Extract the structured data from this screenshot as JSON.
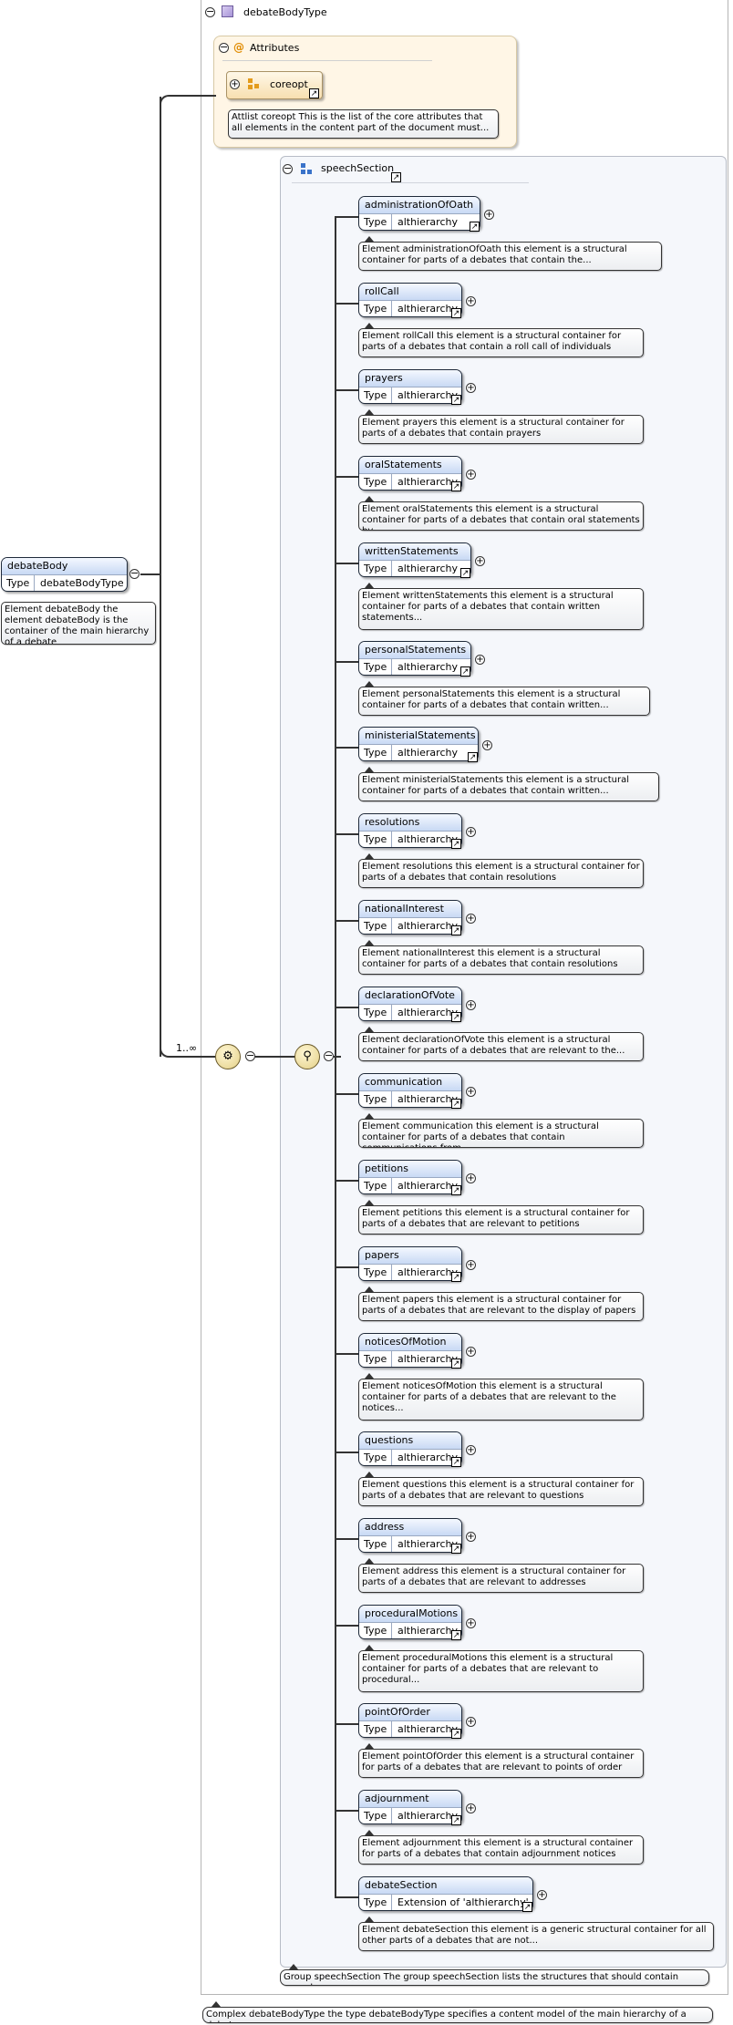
{
  "root_type": {
    "title": "debateBodyType",
    "description": "Complex debateBodyType the type debateBodyType specifies a content model of the main hierarchy of a debate"
  },
  "attributes_panel": {
    "title": "Attributes",
    "group": {
      "name": "coreopt",
      "description": "Attlist coreopt This is the list of the core attributes that all elements in the content part of the document must..."
    }
  },
  "group_section": {
    "title": "speechSection",
    "description": "Group speechSection The group speechSection lists the structures that should contain speeches"
  },
  "debate_body": {
    "name": "debateBody",
    "type_label": "Type",
    "type_value": "debateBodyType",
    "description": "Element debateBody the element debateBody is the container of the main hierarchy of a debate"
  },
  "multiplicity": "1..∞",
  "elements": [
    {
      "name": "administrationOfOath",
      "type_label": "Type",
      "type_value": "althierarchy",
      "description": "Element administrationOfOath this element is a structural container for parts of a debates that contain the..."
    },
    {
      "name": "rollCall",
      "type_label": "Type",
      "type_value": "althierarchy",
      "description": "Element rollCall this element is a structural container for parts of a debates that contain a roll call of individuals"
    },
    {
      "name": "prayers",
      "type_label": "Type",
      "type_value": "althierarchy",
      "description": "Element prayers this element is a structural container for parts of a debates that contain prayers"
    },
    {
      "name": "oralStatements",
      "type_label": "Type",
      "type_value": "althierarchy",
      "description": "Element oralStatements this element is a structural container for parts of a debates that contain oral statements by..."
    },
    {
      "name": "writtenStatements",
      "type_label": "Type",
      "type_value": "althierarchy",
      "description": "Element writtenStatements this element is a structural container for parts of a debates that contain written statements..."
    },
    {
      "name": "personalStatements",
      "type_label": "Type",
      "type_value": "althierarchy",
      "description": "Element personalStatements this element is a structural container for parts of a debates that contain written..."
    },
    {
      "name": "ministerialStatements",
      "type_label": "Type",
      "type_value": "althierarchy",
      "description": "Element ministerialStatements this element is a structural container for parts of a debates that contain written..."
    },
    {
      "name": "resolutions",
      "type_label": "Type",
      "type_value": "althierarchy",
      "description": "Element resolutions this element is a structural container for parts of a debates that contain resolutions"
    },
    {
      "name": "nationalInterest",
      "type_label": "Type",
      "type_value": "althierarchy",
      "description": "Element nationalInterest this element is a structural container for parts of a debates that contain resolutions"
    },
    {
      "name": "declarationOfVote",
      "type_label": "Type",
      "type_value": "althierarchy",
      "description": "Element declarationOfVote this element is a structural container for parts of a debates that are relevant to the..."
    },
    {
      "name": "communication",
      "type_label": "Type",
      "type_value": "althierarchy",
      "description": "Element communication this element is a structural container for parts of a debates that contain communications from..."
    },
    {
      "name": "petitions",
      "type_label": "Type",
      "type_value": "althierarchy",
      "description": "Element petitions this element is a structural container for parts of a debates that are relevant to petitions"
    },
    {
      "name": "papers",
      "type_label": "Type",
      "type_value": "althierarchy",
      "description": "Element papers this element is a structural container for parts of a debates that are relevant to the display of papers"
    },
    {
      "name": "noticesOfMotion",
      "type_label": "Type",
      "type_value": "althierarchy",
      "description": "Element noticesOfMotion this element is a structural container for parts of a debates that are relevant to the notices..."
    },
    {
      "name": "questions",
      "type_label": "Type",
      "type_value": "althierarchy",
      "description": "Element questions this element is a structural container for parts of a debates that are relevant to questions"
    },
    {
      "name": "address",
      "type_label": "Type",
      "type_value": "althierarchy",
      "description": "Element address this element is a structural container for parts of a debates that are relevant to addresses"
    },
    {
      "name": "proceduralMotions",
      "type_label": "Type",
      "type_value": "althierarchy",
      "description": "Element proceduralMotions this element is a structural container for parts of a debates that are relevant to procedural..."
    },
    {
      "name": "pointOfOrder",
      "type_label": "Type",
      "type_value": "althierarchy",
      "description": "Element pointOfOrder this element is a structural container for parts of a debates that are relevant to points of order"
    },
    {
      "name": "adjournment",
      "type_label": "Type",
      "type_value": "althierarchy",
      "description": "Element adjournment this element is a structural container for parts of a debates that contain adjournment notices"
    },
    {
      "name": "debateSection",
      "type_label": "Type",
      "type_value": "Extension of 'althierarchy'",
      "description": "Element debateSection this element is a generic structural container for all other parts of a debates that are not..."
    }
  ]
}
